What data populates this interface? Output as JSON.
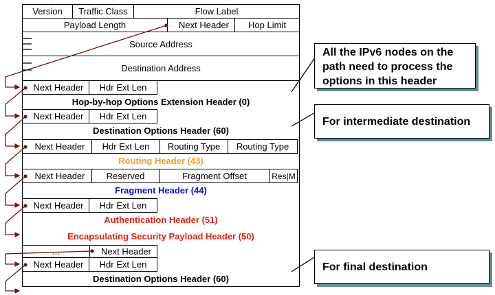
{
  "ipv6": {
    "version": "Version",
    "traffic_class": "Traffic Class",
    "flow_label": "Flow Label",
    "payload_length": "Payload Length",
    "next_header": "Next Header",
    "hop_limit": "Hop Limit",
    "source_address": "Source Address",
    "destination_address": "Destination Address"
  },
  "hop_by_hop": {
    "next_header": "Next Header",
    "hdr_ext_len": "Hdr Ext Len",
    "title": "Hop-by-hop Options Extension Header (0)"
  },
  "dest_opts_1": {
    "next_header": "Next Header",
    "hdr_ext_len": "Hdr Ext Len",
    "title": "Destination Options Header (60)"
  },
  "routing": {
    "next_header": "Next Header",
    "hdr_ext_len": "Hdr Ext Len",
    "routing_type_1": "Routing Type",
    "routing_type_2": "Routing Type",
    "title": "Routing Header (43)",
    "title_color": "#f0a020"
  },
  "fragment": {
    "next_header": "Next Header",
    "reserved": "Reserved",
    "fragment_offset": "Fragment Offset",
    "res_m": "Res|M",
    "title": "Fragment Header (44)",
    "title_color": "#1010d0"
  },
  "authentication": {
    "next_header": "Next Header",
    "hdr_ext_len": "Hdr Ext Len",
    "title": "Authentication Header (51)",
    "title_color": "#e02010"
  },
  "esp": {
    "title": "Encapsulating Security Payload Header (50)",
    "title_color": "#e02010",
    "ellipsis": "…",
    "next_header": "Next Header"
  },
  "dest_opts_2": {
    "next_header": "Next Header",
    "hdr_ext_len": "Hdr Ext Len",
    "title": "Destination Options Header (60)"
  },
  "notes": {
    "hop_by_hop": "All the IPv6 nodes on the path need to process the options in this header",
    "intermediate": "For intermediate destination",
    "final": "For final destination"
  },
  "colors": {
    "arrow": "#7a1010",
    "shadow": "#5f8f8f"
  }
}
